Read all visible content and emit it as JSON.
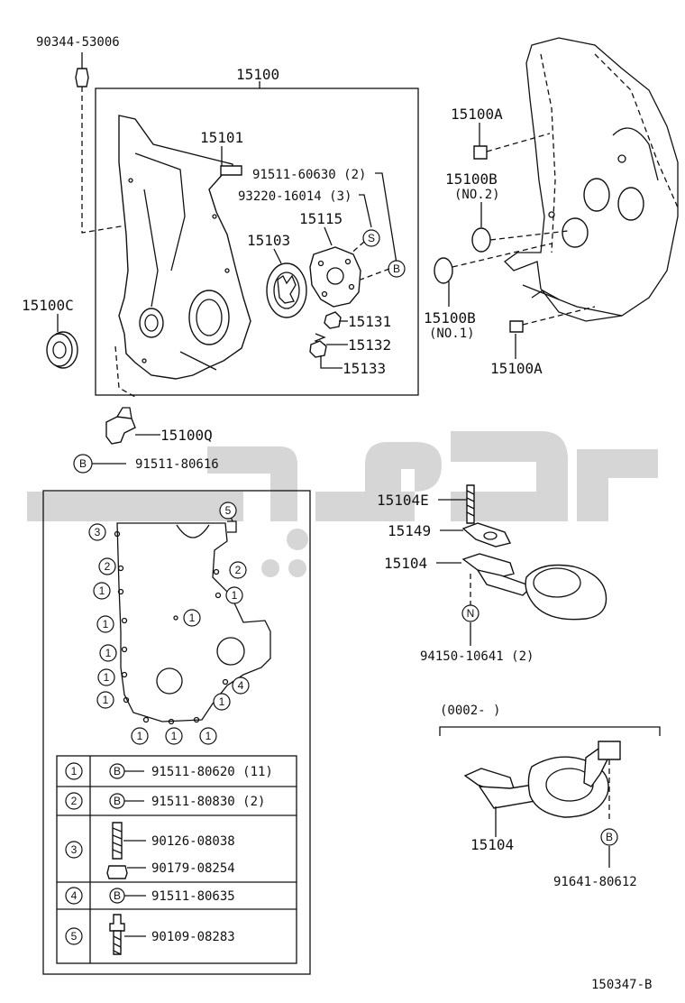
{
  "diagram_number": "150347-B",
  "parts": {
    "p90344": "90344-53006",
    "p15100": "15100",
    "p15101": "15101",
    "p91511_60630": "91511-60630 (2)",
    "p93220": "93220-16014 (3)",
    "p15115": "15115",
    "p15103": "15103",
    "p15131": "15131",
    "p15132": "15132",
    "p15133": "15133",
    "p15100C": "15100C",
    "p15100Q": "15100Q",
    "p91511_80616": "91511-80616",
    "p15100A_top": "15100A",
    "p15100B_no2": "15100B",
    "p15100B_no2_sub": "(NO.2)",
    "p15100B_no1": "15100B",
    "p15100B_no1_sub": "(NO.1)",
    "p15100A_bottom": "15100A",
    "p15104E": "15104E",
    "p15149": "15149",
    "p15104": "15104",
    "p94150": "94150-10641 (2)",
    "alt_period": "(0002-        )",
    "p15104_alt": "15104",
    "p91641": "91641-80612"
  },
  "circle_letters": {
    "S": "S",
    "B": "B",
    "N": "N"
  },
  "bolt_positions": {
    "n1": "1",
    "n2": "2",
    "n3": "3",
    "n4": "4",
    "n5": "5"
  },
  "bolt_table": [
    {
      "key": "1",
      "lines": [
        {
          "mark": "B",
          "part": "91511-80620 (11)"
        }
      ]
    },
    {
      "key": "2",
      "lines": [
        {
          "mark": "B",
          "part": "91511-80830 (2)"
        }
      ]
    },
    {
      "key": "3",
      "lines": [
        {
          "mark": "",
          "part": "90126-08038"
        },
        {
          "mark": "",
          "part": "90179-08254"
        }
      ]
    },
    {
      "key": "4",
      "lines": [
        {
          "mark": "B",
          "part": "91511-80635"
        }
      ]
    },
    {
      "key": "5",
      "lines": [
        {
          "mark": "",
          "part": "90109-08283"
        }
      ]
    }
  ]
}
